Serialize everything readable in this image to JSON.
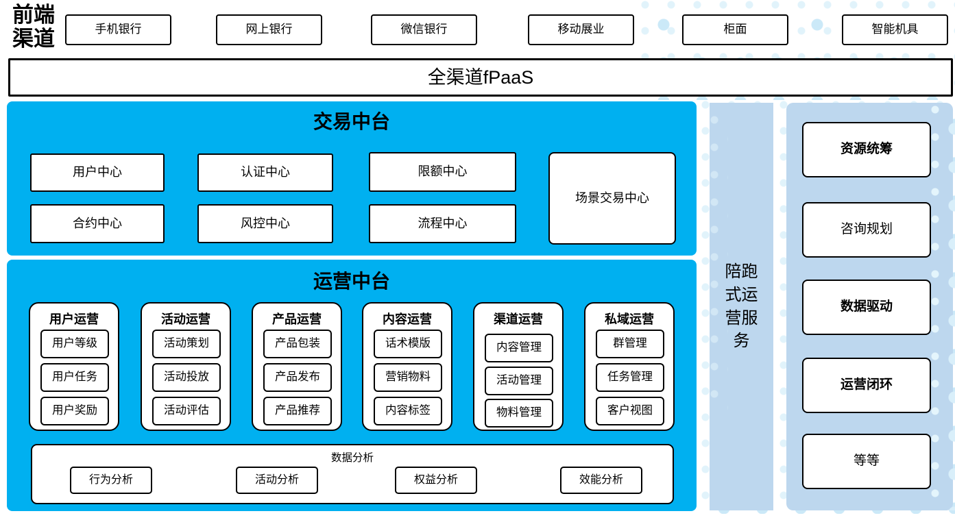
{
  "colors": {
    "primary_blue": "#00b0f0",
    "panel_blue": "#bdd7ee",
    "dot_blue": "#cbe9f8",
    "dot_blue_light": "#e1f3fb",
    "border": "#000000",
    "box_fill": "#ffffff"
  },
  "front_channels": {
    "label": "前端渠道",
    "items": [
      "手机银行",
      "网上银行",
      "微信银行",
      "移动展业",
      "柜面",
      "智能机具"
    ]
  },
  "omnichannel_bar": {
    "label": "全渠道fPaaS"
  },
  "trading_platform": {
    "title": "交易中台",
    "centers": [
      "用户中心",
      "认证中心",
      "限额中心",
      "合约中心",
      "风控中心",
      "流程中心"
    ],
    "scene_center": "场景交易中心"
  },
  "operations_platform": {
    "title": "运营中台",
    "groups": [
      {
        "title": "用户运营",
        "items": [
          "用户等级",
          "用户任务",
          "用户奖励"
        ]
      },
      {
        "title": "活动运营",
        "items": [
          "活动策划",
          "活动投放",
          "活动评估"
        ]
      },
      {
        "title": "产品运营",
        "items": [
          "产品包装",
          "产品发布",
          "产品推荐"
        ]
      },
      {
        "title": "内容运营",
        "items": [
          "话术模版",
          "营销物料",
          "内容标签"
        ]
      },
      {
        "title": "渠道运营",
        "items": [
          "内容管理",
          "活动管理",
          "物料管理"
        ]
      },
      {
        "title": "私域运营",
        "items": [
          "群管理",
          "任务管理",
          "客户视图"
        ]
      }
    ],
    "data_analysis": {
      "title": "数据分析",
      "items": [
        "行为分析",
        "活动分析",
        "权益分析",
        "效能分析"
      ]
    }
  },
  "side_service": {
    "label": "陪跑式运营服务"
  },
  "service_panel": {
    "items": [
      {
        "label": "资源统筹",
        "bold": true
      },
      {
        "label": "咨询规划",
        "bold": false
      },
      {
        "label": "数据驱动",
        "bold": true
      },
      {
        "label": "运营闭环",
        "bold": true
      },
      {
        "label": "等等",
        "bold": false
      }
    ]
  }
}
